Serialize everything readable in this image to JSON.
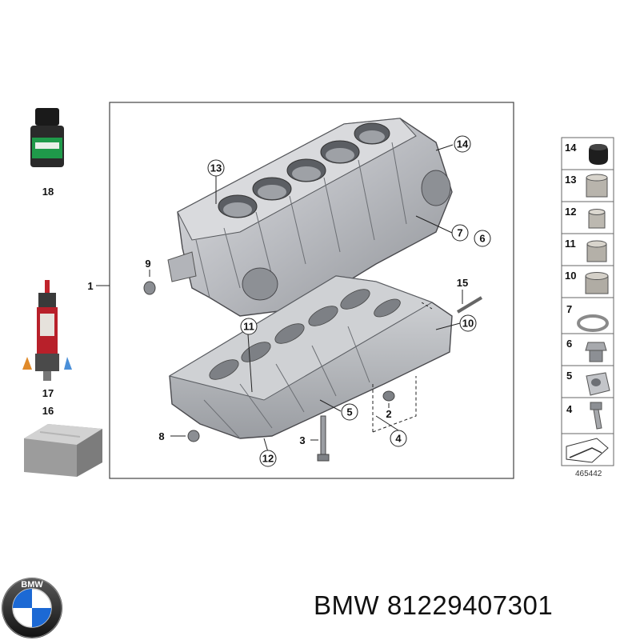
{
  "diagram": {
    "callouts_circled": {
      "c13": "13",
      "c14": "14",
      "c7": "7",
      "c6": "6",
      "c11": "11",
      "c10": "10",
      "c5": "5",
      "c4": "4",
      "c12": "12"
    },
    "callouts_plain": {
      "p18": "18",
      "p17": "17",
      "p16": "16",
      "p1": "1",
      "p9": "9",
      "p15": "15",
      "p2": "2",
      "p8": "8",
      "p3": "3"
    },
    "legend": [
      {
        "number": "14"
      },
      {
        "number": "13"
      },
      {
        "number": "12"
      },
      {
        "number": "11"
      },
      {
        "number": "10"
      },
      {
        "number": "7"
      },
      {
        "number": "6"
      },
      {
        "number": "5"
      },
      {
        "number": "4"
      }
    ],
    "diagram_id": "465442"
  },
  "footer": {
    "brand_text": "BMW 81229407301",
    "logo_letters": "BMW"
  },
  "colors": {
    "block_fill": "#c4c6ca",
    "block_stroke": "#4a4a4e",
    "accent_green": "#1f9a4a",
    "accent_red": "#c0242c",
    "bmw_blue": "#1c69d4"
  }
}
